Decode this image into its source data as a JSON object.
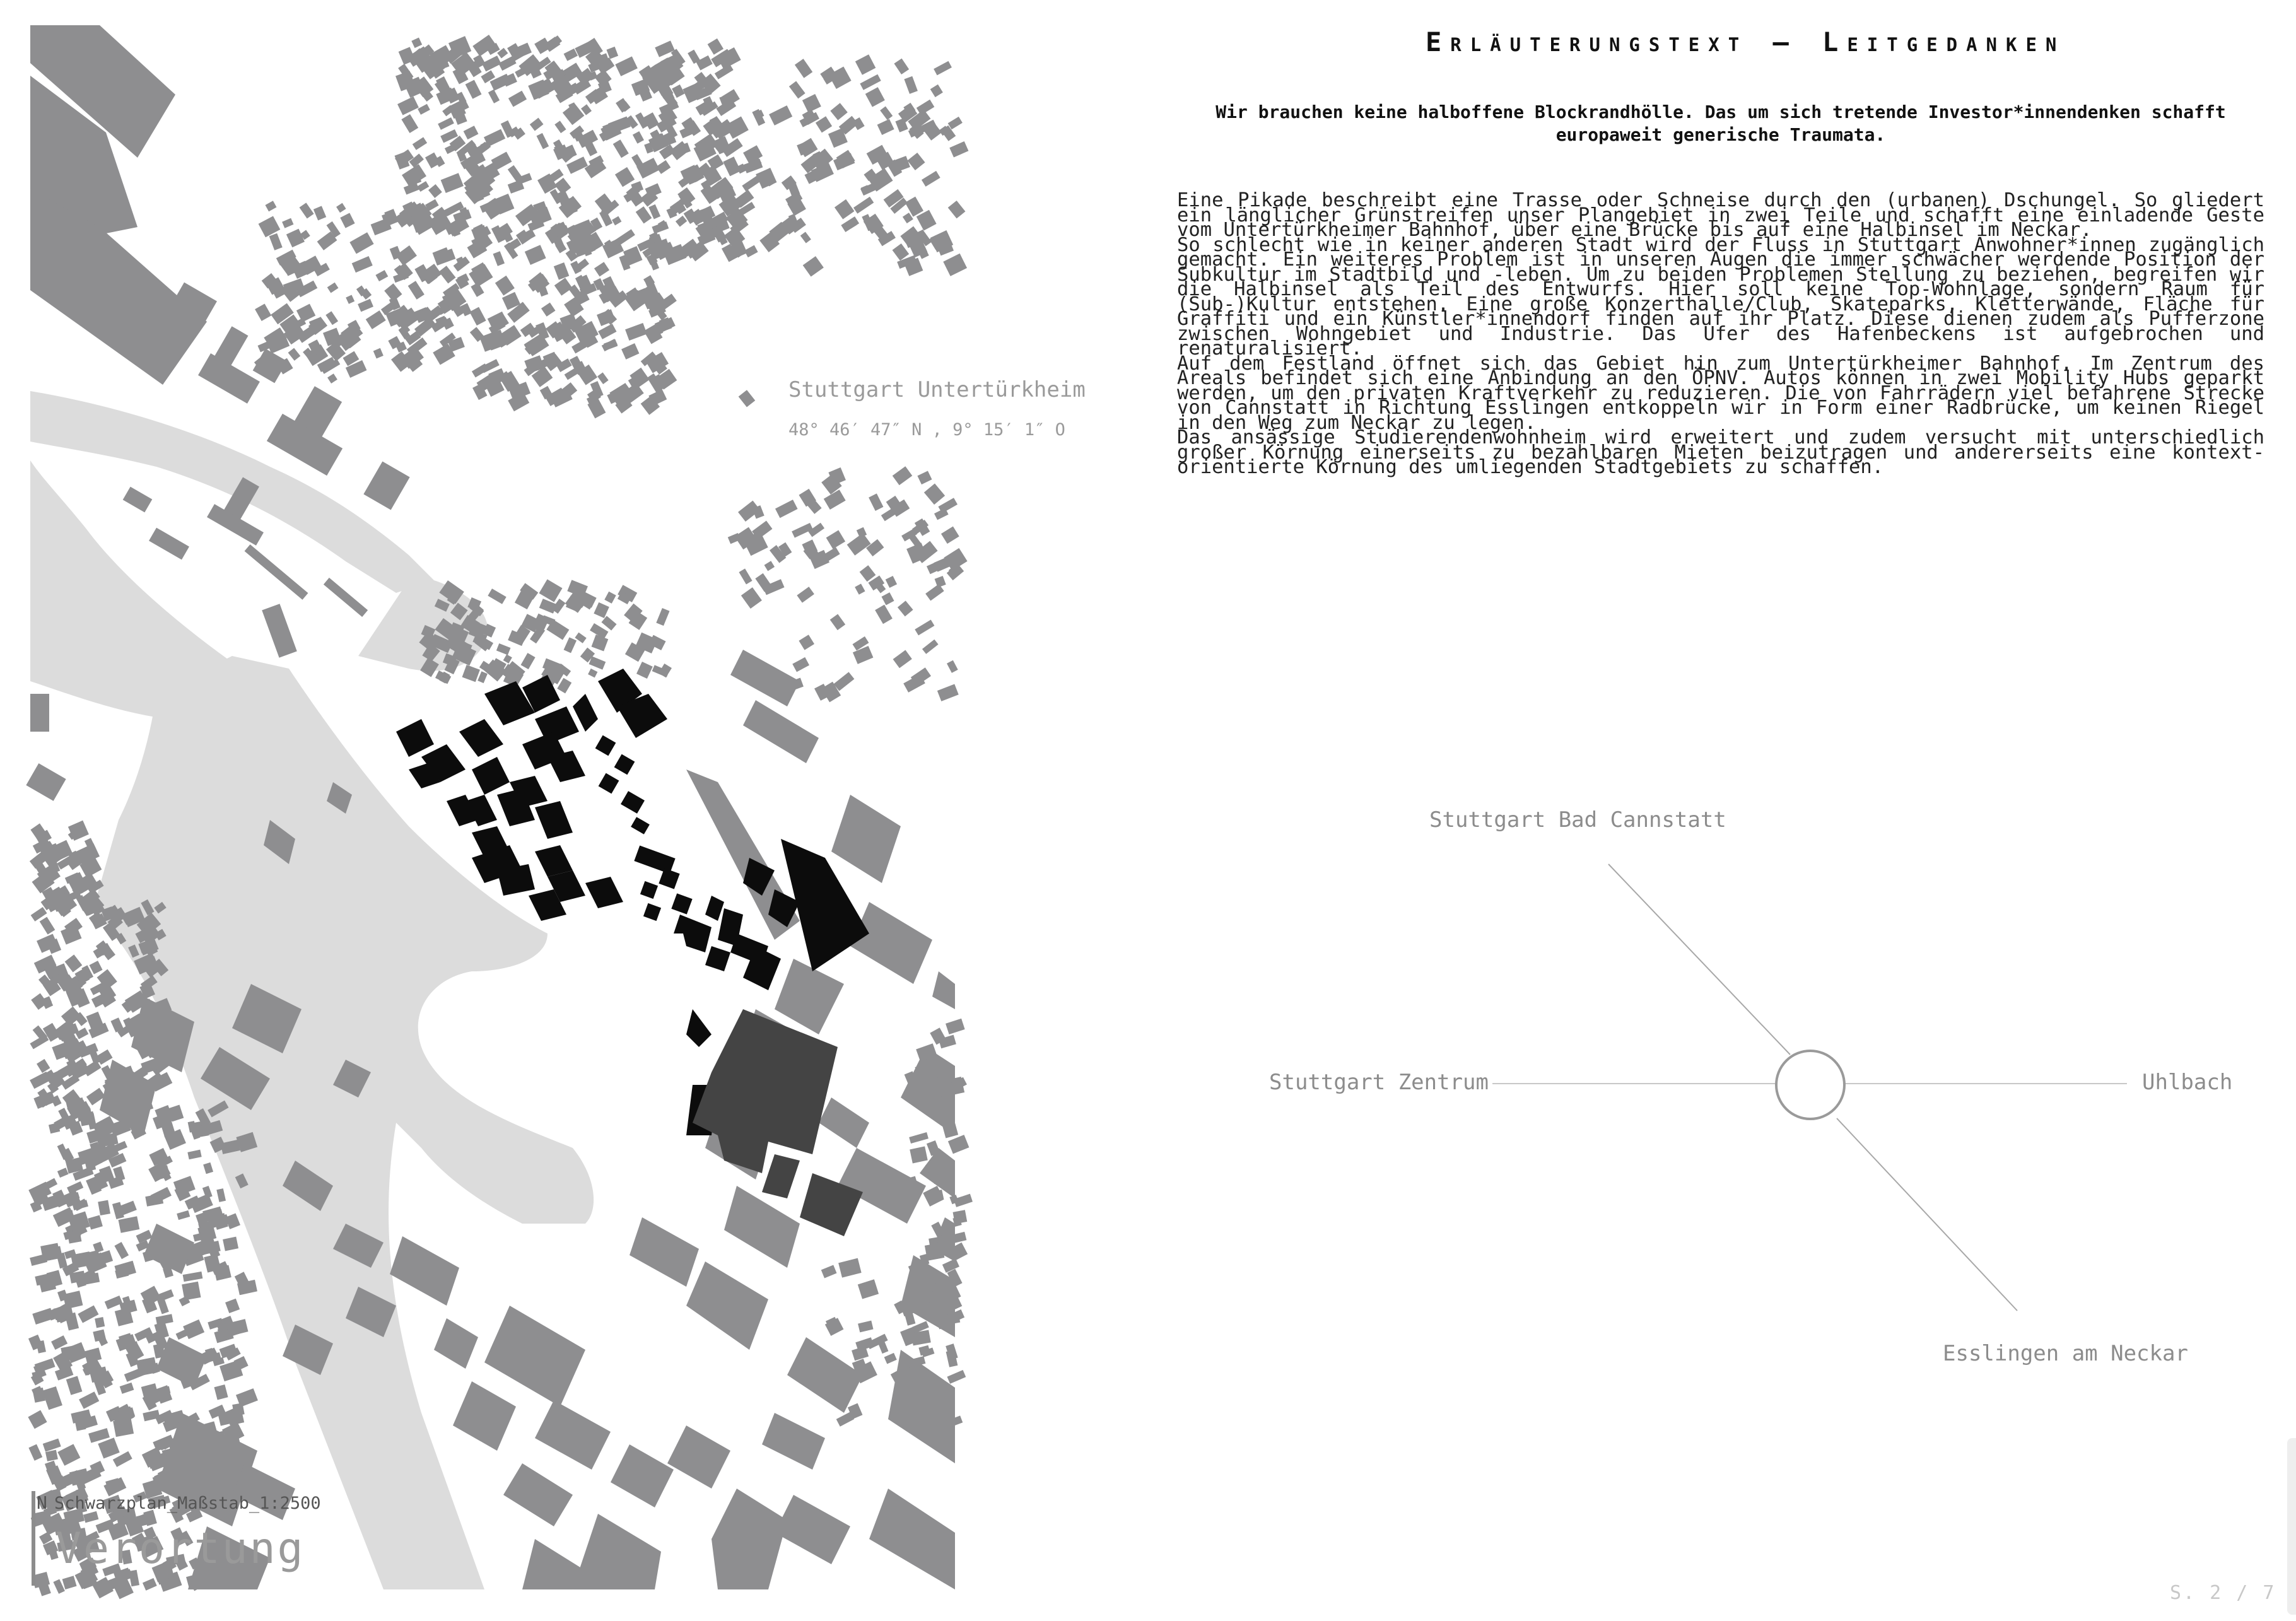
{
  "header": {
    "title": "Erläuterungstext — Leitgedanken",
    "lead": "Wir brauchen keine halboffene Blockrandhölle. Das um sich tretende Investor*innendenken schafft europaweit generische Traumata."
  },
  "body_paragraphs": [
    "Eine Pikade beschreibt eine Trasse oder Schneise durch den (urbanen) Dschungel. So gliedert ein länglicher Grünstreifen unser Plangebiet in zwei Teile und schafft eine einladende Geste vom Untertürkheimer Bahnhof, über eine Brücke bis auf eine Halbinsel im Neckar.",
    "So schlecht wie in keiner anderen Stadt wird der Fluss in Stuttgart Anwohner*innen zugänglich gemacht. Ein weiteres Problem ist in unseren Augen die immer schwächer werdende Position der Subkultur im Stadtbild und -leben. Um zu beiden Problemen Stellung zu beziehen, begreifen wir die Halbinsel als Teil des Entwurfs. Hier soll keine Top-Wohnlage, sondern Raum für (Sub-)Kultur entstehen. Eine große Konzerthalle/Club, Skateparks, Kletterwände, Fläche für Graffiti und ein Künstler*innendorf finden auf ihr Platz. Diese dienen zudem als Pufferzone zwischen Wohngebiet und Industrie. Das Ufer des Hafenbeckens ist aufgebrochen und renaturalisiert.",
    "Auf dem Festland öffnet sich das Gebiet hin zum Untertürkheimer Bahnhof. Im Zentrum des Areals befindet sich eine Anbindung an den ÖPNV. Autos können in zwei Mobility Hubs geparkt werden, um den privaten Kraftverkehr zu reduzieren. Die von Fahrrädern viel befahrene Strecke von Cannstatt in Richtung Esslingen entkoppeln wir in Form einer Radbrücke, um keinen Riegel in den Weg zum Neckar zu legen.",
    "Das ansässige Studierendenwohnheim wird erweitert und zudem versucht mit unterschiedlich großer Körnung einerseits zu bezahlbaren Mieten beizutragen und andererseits eine kontext-orientierte Körnung des umliegenden Stadtgebiets zu schaffen."
  ],
  "map": {
    "place_label": "Stuttgart Untertürkheim",
    "coordinates": "48° 46′ 47″ N , 9° 15′ 1″ O",
    "north_marker": "N",
    "scale_text": "Schwarzplan_Maßstab_1:2500",
    "section_title": "Verortung",
    "colors": {
      "buildings": "#8e8e90",
      "project": "#0c0c0c",
      "hall": "#444444",
      "river": "#dcdcdc"
    }
  },
  "compass": {
    "north": "Stuttgart Bad Cannstatt",
    "west": "Stuttgart Zentrum",
    "east": "Uhlbach",
    "south": "Esslingen am Neckar"
  },
  "footer": {
    "page": "S. 2 / 7"
  }
}
